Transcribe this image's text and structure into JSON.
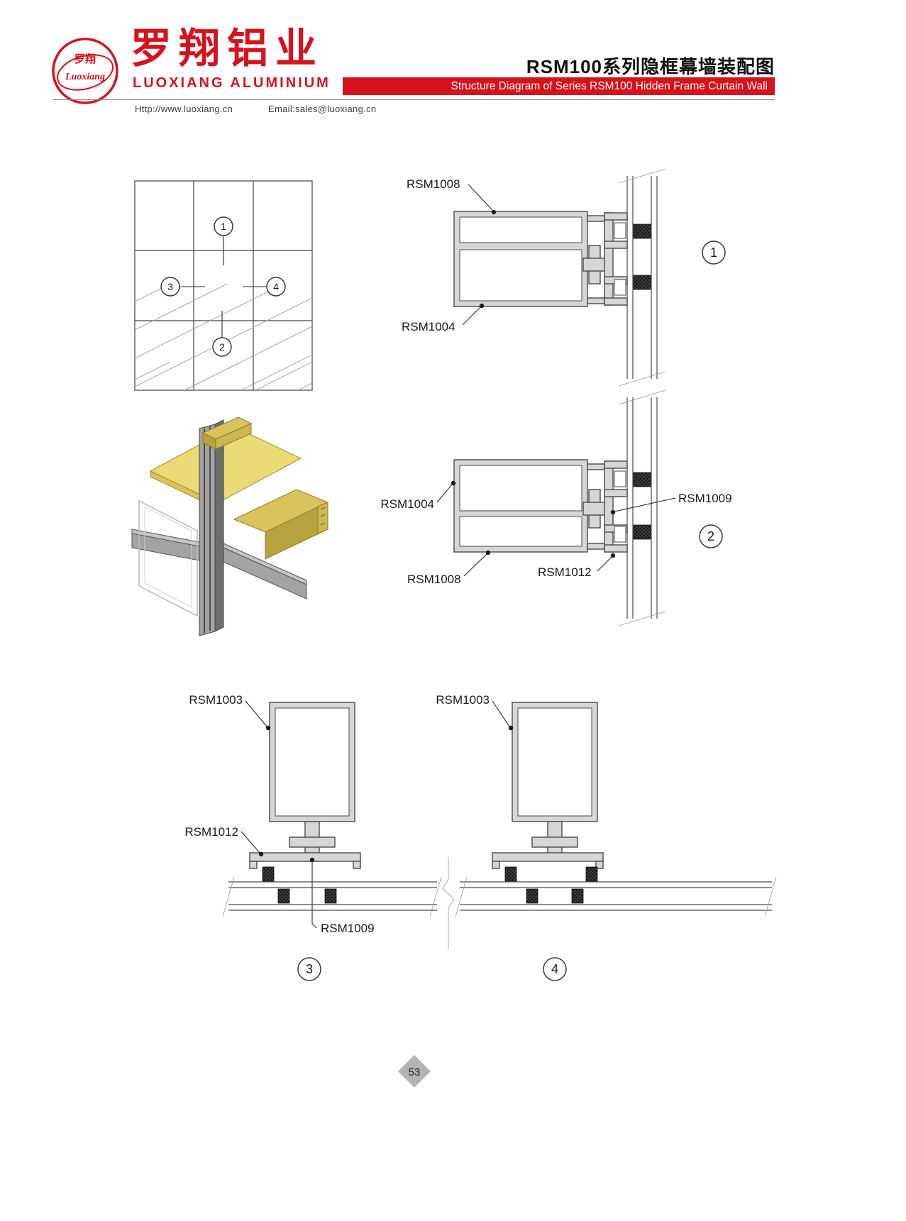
{
  "header": {
    "logo_cn": "罗翔",
    "logo_script": "Luoxiang",
    "company_cn": "罗翔铝业",
    "company_en": "LUOXIANG ALUMINIUM",
    "title_cn": "RSM100系列隐框幕墙装配图",
    "title_en": "Structure Diagram of Series RSM100 Hidden Frame Curtain Wall",
    "website": "Http://www.luoxiang.cn",
    "email": "Email:sales@luoxiang.cn"
  },
  "colors": {
    "brand_red": "#D6121C",
    "drawing_line": "#4A4A4A",
    "profile_fill": "#D6D6D6",
    "glass_gold": "#E9DA74",
    "frame_gold": "#C9B24A"
  },
  "elevation": {
    "callout1": "1",
    "callout2": "2",
    "callout3": "3",
    "callout4": "4"
  },
  "detail1": {
    "callout": "1",
    "label_top": "RSM1008",
    "label_bottom": "RSM1004"
  },
  "detail2": {
    "callout": "2",
    "label_left": "RSM1004",
    "label_right": "RSM1009",
    "label_bottom_left": "RSM1008",
    "label_bottom_right": "RSM1012"
  },
  "detail3": {
    "callout": "3",
    "label_top": "RSM1003",
    "label_left": "RSM1012",
    "label_bottom": "RSM1009"
  },
  "detail4": {
    "callout": "4",
    "label_top": "RSM1003"
  },
  "footer": {
    "page_number": "53"
  }
}
